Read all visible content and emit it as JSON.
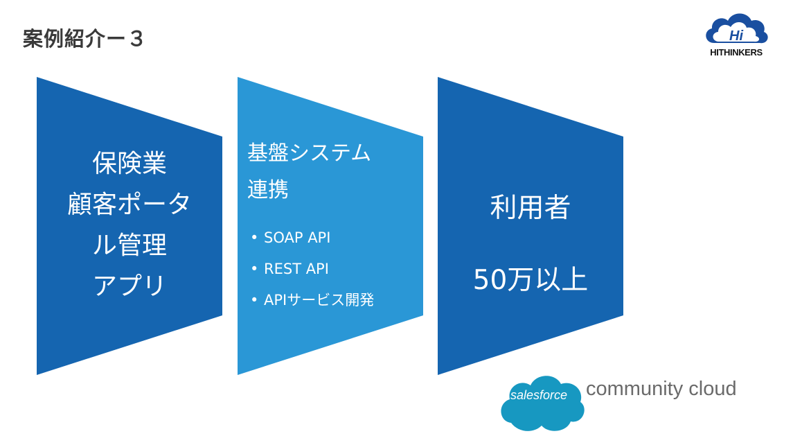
{
  "slide": {
    "title": "案例紹介ー３"
  },
  "logo": {
    "text": "HITHINKERS",
    "emblem": "Hi",
    "icon": "cloud-hi-logo-icon"
  },
  "panels": [
    {
      "lines": [
        "保険業",
        "顧客ポータ",
        "ル管理",
        "アプリ"
      ],
      "color": "#1565b0"
    },
    {
      "heading": [
        "基盤システム",
        "連携"
      ],
      "bullets": [
        "SOAP API",
        "REST API",
        "APIサービス開発"
      ],
      "color": "#2a97d6"
    },
    {
      "lines": [
        "利用者",
        "50万以上"
      ],
      "color": "#1565b0"
    }
  ],
  "brand": {
    "salesforce": "salesforce",
    "product": "community cloud",
    "cloud_color": "#1798c1"
  }
}
